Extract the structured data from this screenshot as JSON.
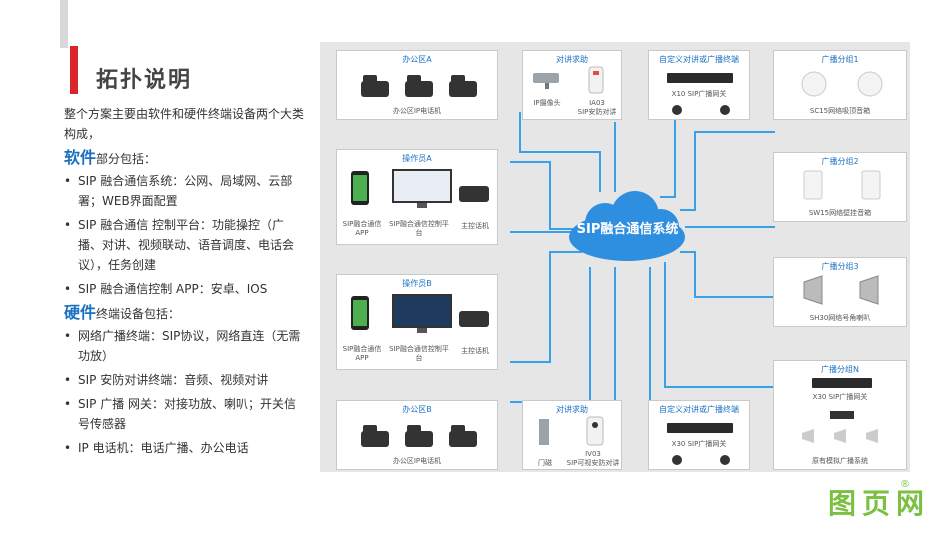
{
  "title": "拓扑说明",
  "intro": "整个方案主要由软件和硬件终端设备两个大类构成，",
  "software": {
    "heading_big": "软件",
    "heading_rest": "部分包括：",
    "items": [
      "SIP 融合通信系统：公网、局域网、云部署；WEB界面配置",
      "SIP 融合通信 控制平台：功能操控（广播、对讲、视频联动、语音调度、电话会议），任务创建",
      "SIP 融合通信控制 APP：安卓、IOS"
    ]
  },
  "hardware": {
    "heading_big": "硬件",
    "heading_rest": "终端设备包括：",
    "items": [
      "网络广播终端：SIP协议，网络直连（无需功放）",
      "SIP 安防对讲终端：音频、视频对讲",
      "SIP 广播 网关：对接功放、喇叭；开关信号传感器",
      "IP 电话机：电话广播、办公电话"
    ]
  },
  "diagram": {
    "center": "SIP融合通信系统",
    "office_a": {
      "title": "办公区A",
      "caption": "办公区IP电话机"
    },
    "intercom_top": {
      "title": "对讲求助",
      "camera": "IP摄像头",
      "device_model": "IA03",
      "device_desc": "SIP安防对讲"
    },
    "custom_top": {
      "title": "自定义对讲或广播终端",
      "device": "X10 SIP广播网关"
    },
    "broadcast_1": {
      "title": "广播分组1",
      "caption": "SC15网络吸顶音箱"
    },
    "operator_a": {
      "title": "操作员A",
      "app": "SIP融合通信APP",
      "platform": "SIP融合通信控制平台",
      "phone": "主控话机"
    },
    "broadcast_2": {
      "title": "广播分组2",
      "caption": "SW15网络壁挂音箱"
    },
    "operator_b": {
      "title": "操作员B",
      "app": "SIP融合通信APP",
      "platform": "SIP融合通信控制平台",
      "phone": "主控话机"
    },
    "broadcast_3": {
      "title": "广播分组3",
      "caption": "SH30网络号角喇叭"
    },
    "broadcast_n": {
      "title": "广播分组N",
      "gateway": "X30 SIP广播网关",
      "caption": "原有模拟广播系统"
    },
    "office_b": {
      "title": "办公区B",
      "caption": "办公区IP电话机"
    },
    "intercom_bottom": {
      "title": "对讲求助",
      "lock": "门磁",
      "device_model": "IV03",
      "device_desc": "SIP可视安防对讲"
    },
    "custom_bottom": {
      "title": "自定义对讲或广播终端",
      "device": "X30 SIP广播网关"
    }
  },
  "watermark": "图页网",
  "colors": {
    "accent_red": "#d9262a",
    "accent_blue": "#1a6fc0",
    "cloud_blue": "#2e8fe0",
    "line": "#39a0ea"
  }
}
